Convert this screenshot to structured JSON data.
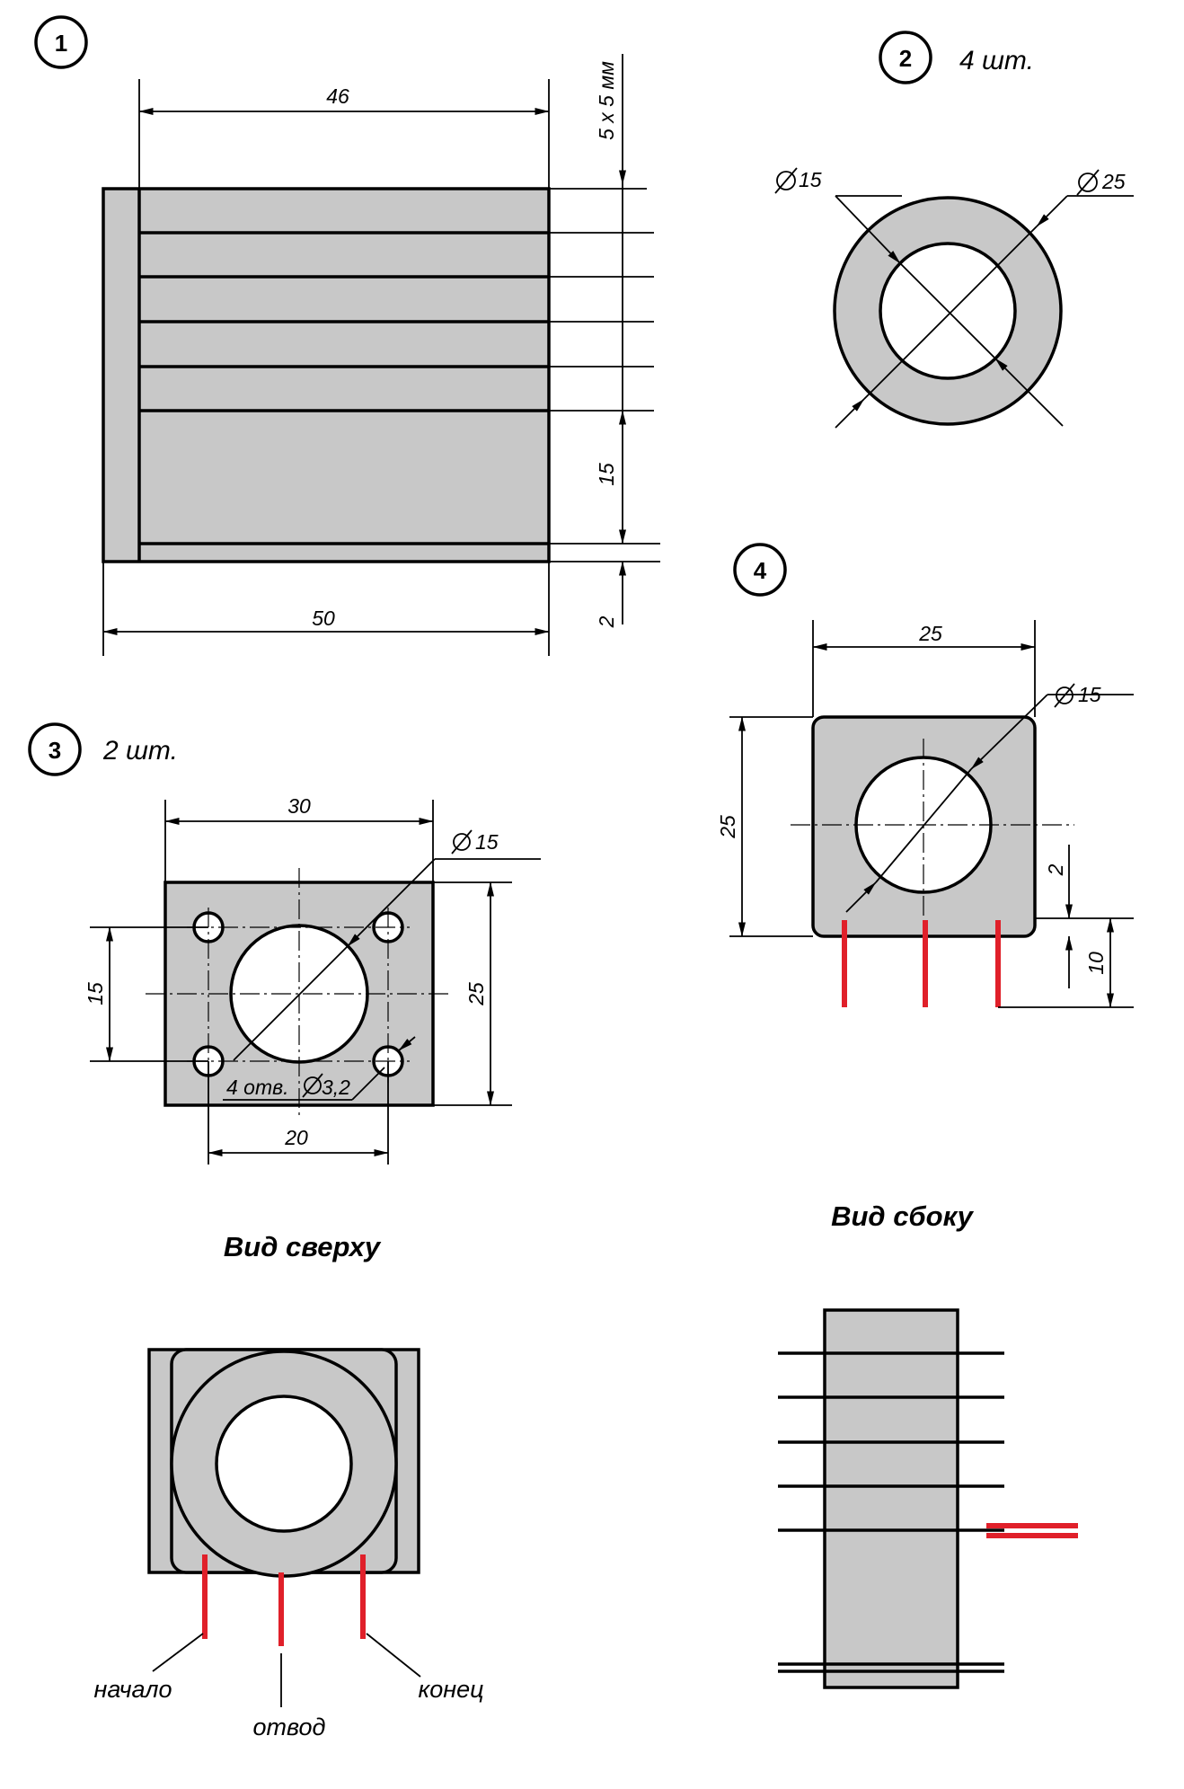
{
  "part1": {
    "number": "1",
    "dim_width_top": "46",
    "dim_width_bottom": "50",
    "dim_winding": "5 х 5 мм",
    "dim_flange_gap": "15",
    "dim_flange": "2"
  },
  "part2": {
    "number": "2",
    "qty": "4 шт.",
    "dim_inner": "15",
    "dim_outer": "25"
  },
  "part3": {
    "number": "3",
    "qty": "2 шт.",
    "dim_width": "30",
    "dim_height": "25",
    "dim_hole": "15",
    "dim_hole_spacing_v": "15",
    "dim_hole_spacing_h": "20",
    "dim_mount_holes": "4 отв.",
    "dim_mount_dia": "3,2"
  },
  "part4": {
    "number": "4",
    "dim_width": "25",
    "dim_height": "25",
    "dim_hole": "15",
    "dim_gap": "2",
    "dim_pins": "10"
  },
  "views": {
    "top_title": "Вид сверху",
    "side_title": "Вид сбоку",
    "label_start": "начало",
    "label_tap": "отвод",
    "label_end": "конец"
  },
  "colors": {
    "part_fill": "#c8c8c8",
    "lead_color": "#e0202a"
  }
}
